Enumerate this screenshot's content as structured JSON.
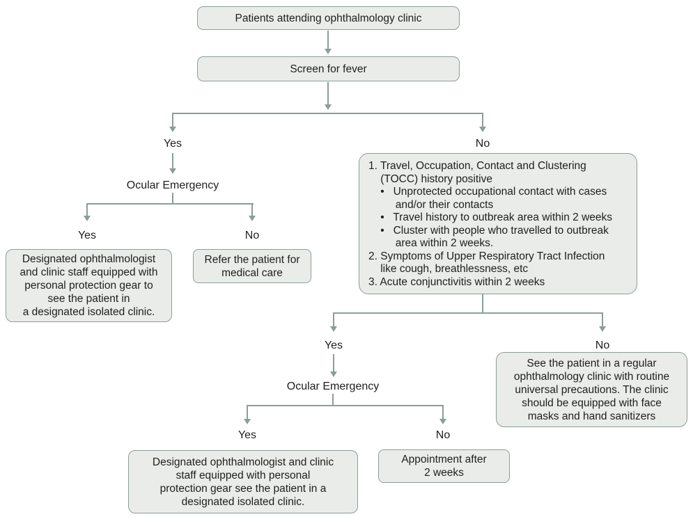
{
  "colors": {
    "box_fill": "#e9ece9",
    "box_border": "#8d9d99",
    "line": "#8d9d99",
    "text": "#1e1e1e"
  },
  "flowchart": {
    "start": "Patients attending ophthalmology clinic",
    "screen_fever": "Screen for fever",
    "branch_fever": {
      "yes": "Yes",
      "no": "No"
    },
    "ocular_emergency_1": "Ocular Emergency",
    "branch_ocular_1": {
      "yes": "Yes",
      "no": "No"
    },
    "designated_clinic_1": "Designated ophthalmologist\nand clinic staff equipped with\npersonal protection gear to\nsee the patient in\na designated isolated clinic.",
    "refer_medical": "Refer the patient for\nmedical care",
    "tocc_criteria": "1. Travel, Occupation, Contact and Clustering\n    (TOCC) history positive\n    •   Unprotected occupational contact with cases\n         and/or their contacts\n    •   Travel history to outbreak area within 2 weeks\n    •   Cluster with people who travelled to outbreak\n         area within 2 weeks.\n2. Symptoms of Upper Respiratory Tract Infection\n    like cough, breathlessness, etc\n3. Acute conjunctivitis within 2 weeks",
    "branch_tocc": {
      "yes": "Yes",
      "no": "No"
    },
    "see_regular_clinic": "See the patient in a regular\nophthalmology clinic with routine\nuniversal precautions. The clinic\nshould be equipped with face\nmasks and hand sanitizers",
    "ocular_emergency_2": "Ocular Emergency",
    "branch_ocular_2": {
      "yes": "Yes",
      "no": "No"
    },
    "designated_clinic_2": "Designated ophthalmologist and clinic\nstaff equipped with personal\nprotection gear see the patient in a\ndesignated isolated clinic.",
    "appointment": "Appointment after\n2 weeks"
  }
}
